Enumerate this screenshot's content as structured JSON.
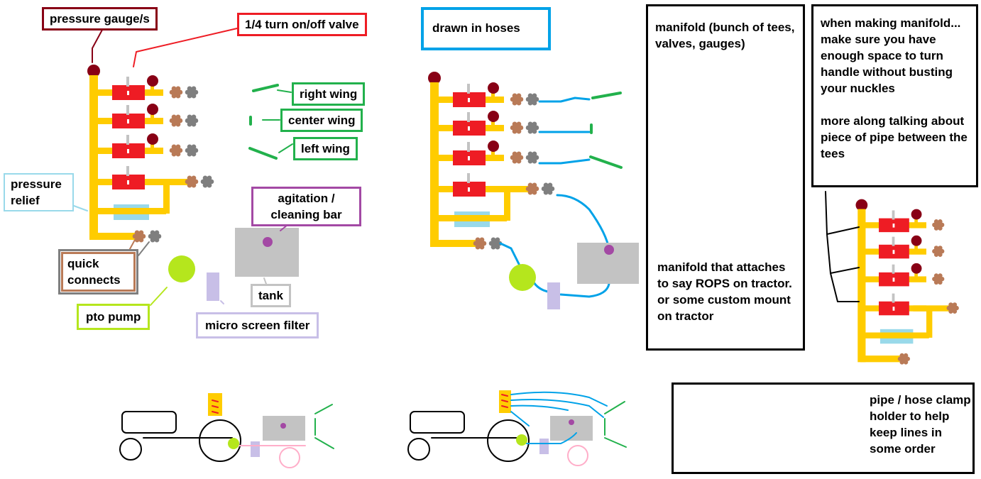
{
  "labels": {
    "pressure_gauge": "pressure gauge/s",
    "valve": "1/4 turn on/off valve",
    "hoses": "drawn in hoses",
    "right_wing": "right wing",
    "center_wing": "center wing",
    "left_wing": "left wing",
    "pressure_relief": "pressure relief",
    "agitation": "agitation / cleaning bar",
    "quick_connects": "quick connects",
    "tank": "tank",
    "pto_pump": "pto pump",
    "filter": "micro screen filter",
    "manifold": "manifold (bunch of tees, valves, gauges)",
    "manifold_mount": "manifold that attaches to say ROPS on tractor. or some custom mount on tractor",
    "note_1": "when making manifold... make sure you have enough space to turn handle without busting your nuckles",
    "note_2": "more along talking about piece of pipe between the tees",
    "clamp": "pipe / hose clamp holder to help keep lines in some order"
  },
  "colors": {
    "pipe": "#ffcc00",
    "valve": "#ee1c24",
    "gauge": "#880015",
    "quick_connect_tan": "#b97a57",
    "quick_connect_grey": "#7f7f7f",
    "relief": "#99d9ea",
    "pump": "#b5e61d",
    "filter": "#c8bfe7",
    "tank": "#c3c3c3",
    "agitation": "#a349a4",
    "hose": "#00a2e8",
    "wing": "#22b14c",
    "wheel": "#ffaec9"
  }
}
